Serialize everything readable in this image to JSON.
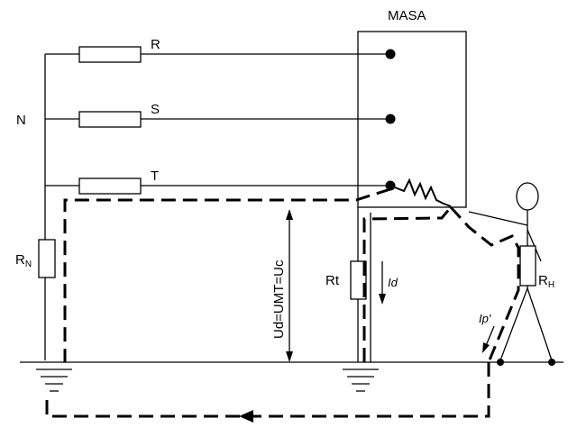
{
  "labels": {
    "masa": "MASA",
    "phase_r": "R",
    "phase_s": "S",
    "phase_t": "T",
    "neutral": "N",
    "rn_main": "R",
    "rn_sub": "N",
    "rt": "Rt",
    "rh_main": "R",
    "rh_sub": "H",
    "voltage": "Ud=UMT=Uc",
    "current_id": "Id",
    "current_ip": "Ip'"
  },
  "colors": {
    "line": "#000000",
    "background": "#ffffff"
  }
}
